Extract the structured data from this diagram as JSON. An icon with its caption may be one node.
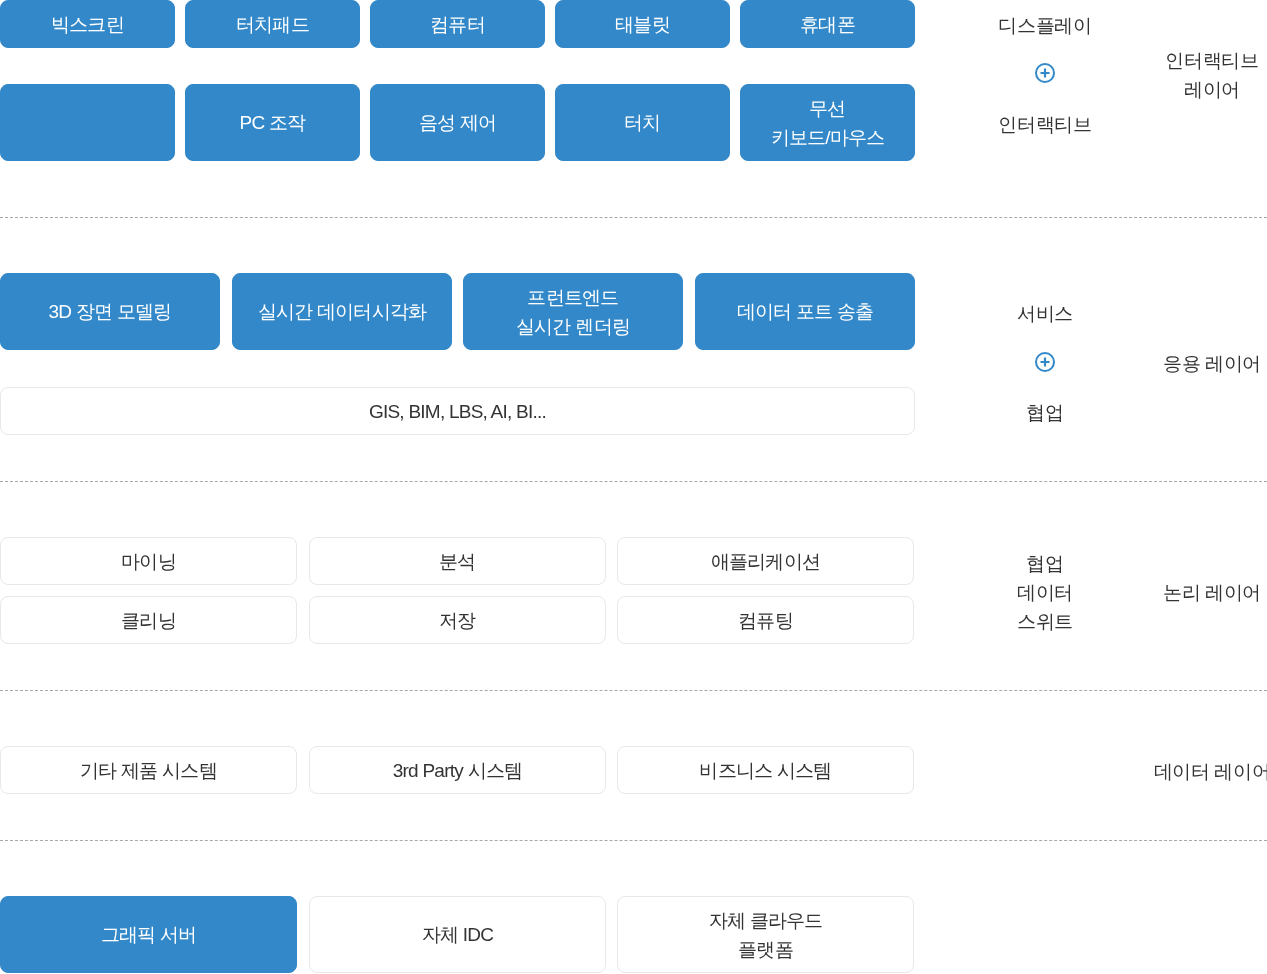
{
  "diagram": {
    "nodes": [
      {
        "text": [
          "빅스크린"
        ]
      },
      {
        "text": [
          "터치패드"
        ]
      },
      {
        "text": [
          "컴퓨터"
        ]
      },
      {
        "text": [
          "태블릿"
        ]
      },
      {
        "text": [
          "휴대폰"
        ]
      },
      {
        "text": [],
        "shape": "box"
      },
      {
        "text": [
          "PC 조작"
        ]
      },
      {
        "text": [
          "음성 제어"
        ]
      },
      {
        "text": [
          "터치"
        ]
      },
      {
        "text": [
          "무선 키보드/마우스"
        ]
      },
      {
        "text": [
          "3D 장면 모델링"
        ]
      },
      {
        "text": [
          "실시간 데이터시각화"
        ]
      },
      {
        "text": [
          "프런트엔드 실시간 렌더링"
        ]
      },
      {
        "text": [
          "데이터 포트 송출"
        ]
      },
      {
        "text": [
          "GIS, BIM, LBS, AI, BI..."
        ]
      },
      {
        "text": [
          "마이닝"
        ]
      },
      {
        "text": [
          "분석"
        ]
      },
      {
        "text": [
          "애플리케이션"
        ]
      },
      {
        "text": [
          "클리닝"
        ]
      },
      {
        "text": [
          "저장"
        ]
      },
      {
        "text": [
          "컴퓨팅"
        ]
      },
      {
        "text": [
          "기타 제품 시스템"
        ]
      },
      {
        "text": [
          "3rd Party 시스템"
        ]
      },
      {
        "text": [
          "비즈니스 시스템"
        ]
      },
      {
        "text": [
          "그래픽 서버"
        ]
      },
      {
        "text": [
          "자체 IDC"
        ]
      },
      {
        "text": [
          "자체 클라우드 플랫폼"
        ]
      }
    ],
    "labels": [
      "디스플레이",
      "인터랙티브 레이어",
      "인터랙티브",
      "서비스",
      "응용 레이어",
      "협업",
      "협업 데이터 스위트",
      "논리 레이어",
      "데이터 레이어"
    ]
  }
}
